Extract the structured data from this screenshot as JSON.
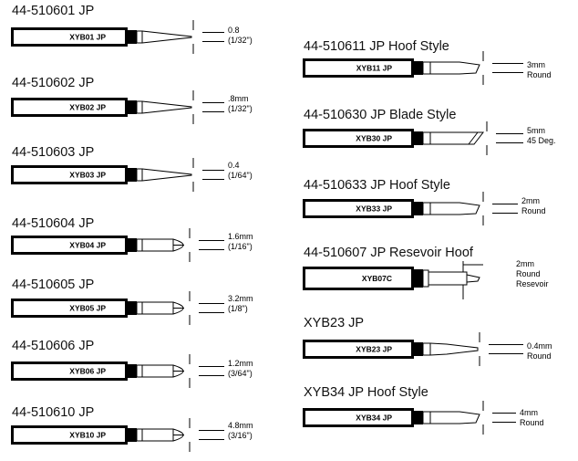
{
  "tips": [
    {
      "part": "44-510601 JP",
      "code": "XYB01 JP",
      "dim": [
        "0.8",
        "(1/32\")"
      ],
      "tip": "conical"
    },
    {
      "part": "44-510602 JP",
      "code": "XYB02 JP",
      "dim": [
        ".8mm",
        "(1/32\")"
      ],
      "tip": "conical"
    },
    {
      "part": "44-510603 JP",
      "code": "XYB03 JP",
      "dim": [
        "0.4",
        "(1/64\")"
      ],
      "tip": "conical"
    },
    {
      "part": "44-510604 JP",
      "code": "XYB04 JP",
      "dim": [
        "1.6mm",
        "(1/16\")"
      ],
      "tip": "chisel"
    },
    {
      "part": "44-510605 JP",
      "code": "XYB05 JP",
      "dim": [
        "3.2mm",
        "(1/8\")"
      ],
      "tip": "chisel"
    },
    {
      "part": "44-510606 JP",
      "code": "XYB06 JP",
      "dim": [
        "1.2mm",
        "(3/64\")"
      ],
      "tip": "chisel"
    },
    {
      "part": "44-510610 JP",
      "code": "XYB10 JP",
      "dim": [
        "4.8mm",
        "(3/16\")"
      ],
      "tip": "chisel"
    },
    {
      "part": "44-510611 JP  Hoof Style",
      "code": "XYB11 JP",
      "dim": [
        "3mm",
        "Round"
      ],
      "tip": "hoof"
    },
    {
      "part": "44-510630 JP Blade Style",
      "code": "XYB30 JP",
      "dim": [
        "5mm",
        "45 Deg."
      ],
      "tip": "blade"
    },
    {
      "part": "44-510633 JP Hoof Style",
      "code": "XYB33 JP",
      "dim": [
        "2mm",
        "Round"
      ],
      "tip": "hoof"
    },
    {
      "part": "44-510607 JP Resevoir Hoof",
      "code": "XYB07C",
      "dim": [
        "2mm",
        "Round",
        "Resevoir"
      ],
      "tip": "reservoir"
    },
    {
      "part": "XYB23 JP",
      "code": "XYB23 JP",
      "dim": [
        "0.4mm",
        "Round"
      ],
      "tip": "pencil"
    },
    {
      "part": "XYB34 JP Hoof Style",
      "code": "XYB34 JP",
      "dim": [
        "4mm",
        "Round"
      ],
      "tip": "hoof"
    }
  ]
}
